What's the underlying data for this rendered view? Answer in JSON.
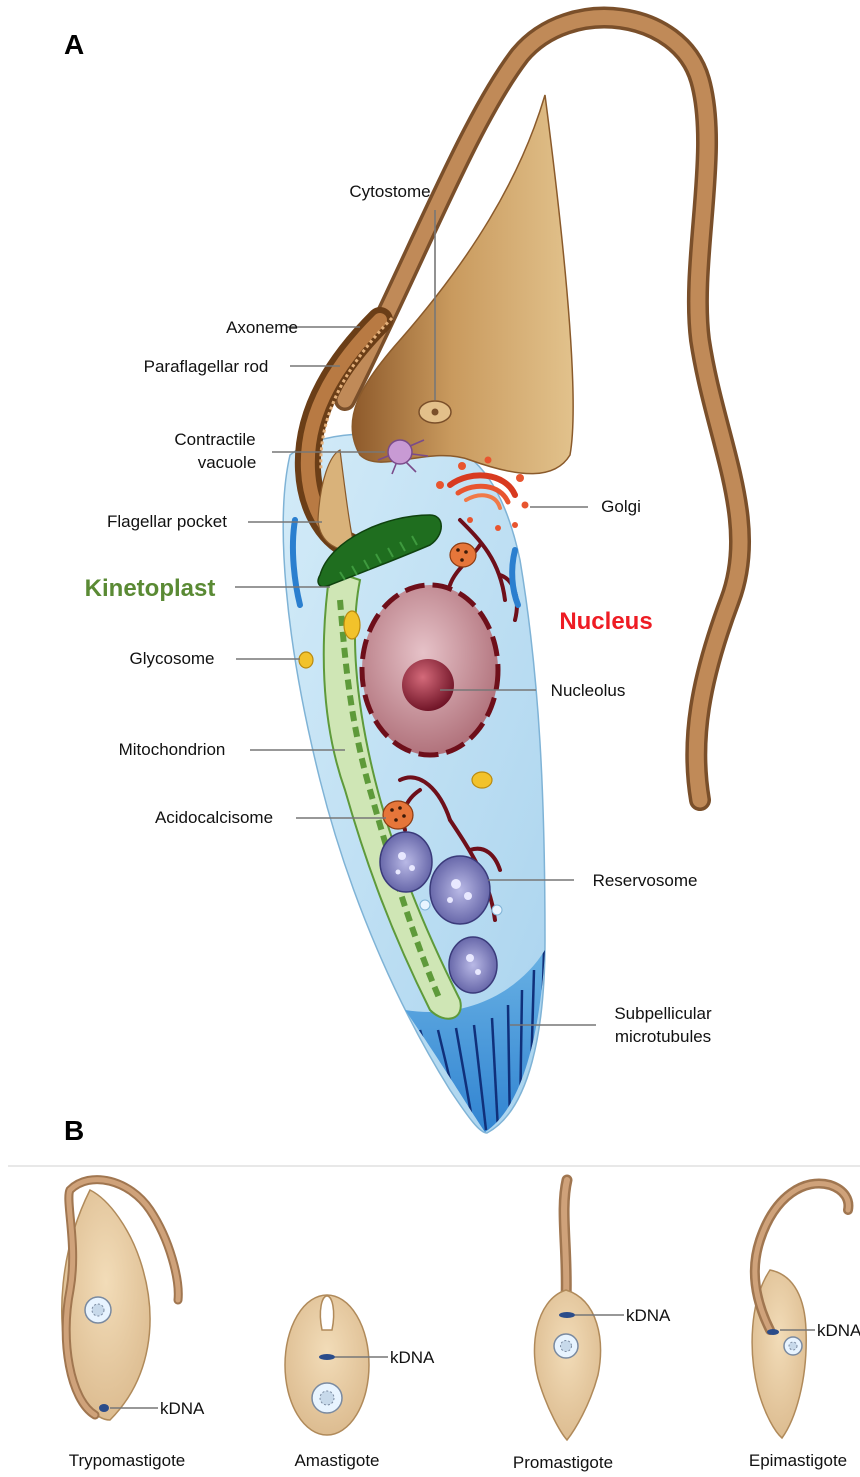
{
  "panel_a": {
    "letter": "A",
    "labels": {
      "cytostome": "Cytostome",
      "axoneme": "Axoneme",
      "paraflagellar_rod": "Paraflagellar rod",
      "contractile_vacuole_1": "Contractile",
      "contractile_vacuole_2": "vacuole",
      "flagellar_pocket": "Flagellar pocket",
      "golgi": "Golgi",
      "kinetoplast": "Kinetoplast",
      "nucleus": "Nucleus",
      "glycosome": "Glycosome",
      "nucleolus": "Nucleolus",
      "mitochondrion": "Mitochondrion",
      "acidocalcisome": "Acidocalcisome",
      "reservosome": "Reservosome",
      "subpellicular_1": "Subpellicular",
      "subpellicular_2": "microtubules"
    }
  },
  "panel_b": {
    "letter": "B",
    "forms": {
      "trypomastigote": "Trypomastigote",
      "amastigote": "Amastigote",
      "promastigote": "Promastigote",
      "epimastigote": "Epimastigote"
    },
    "kdna": "kDNA",
    "kdna_cut": "kDNA"
  },
  "colors": {
    "cytoplasm": "#bfe0f4",
    "flagellum": "#b07a4e",
    "body_tan": "#c89a5c",
    "nucleus": "#a8656f",
    "kinetoplast": "#1f6e1f",
    "nucleus_label": "#ee1c24",
    "kinetoplast_label": "#5a8a34"
  }
}
